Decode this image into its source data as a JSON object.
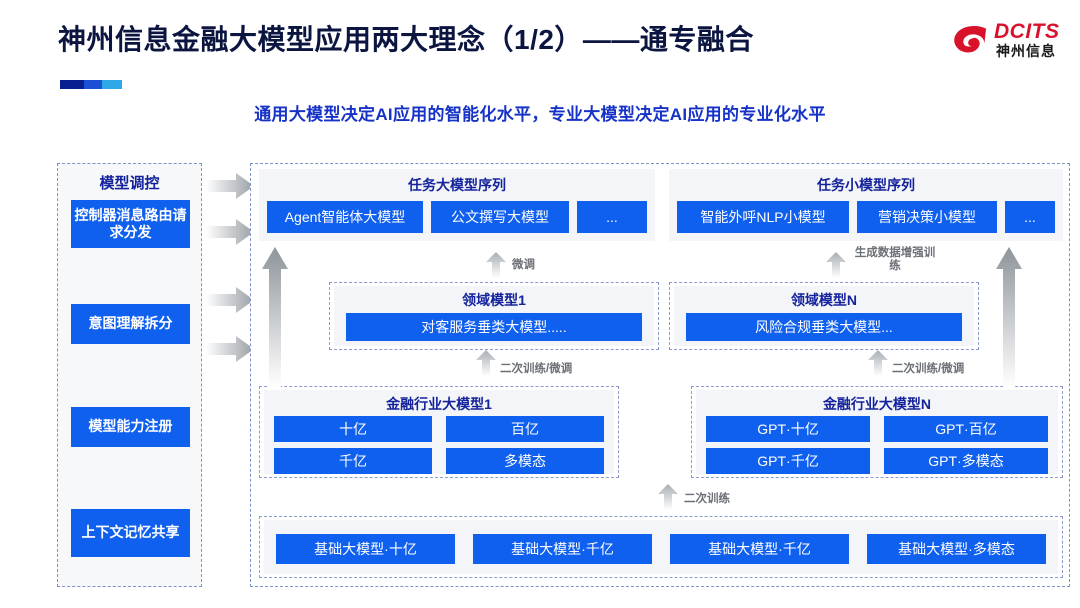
{
  "header": {
    "title": "神州信息金融大模型应用两大理念（1/2）——通专融合",
    "subtitle": "通用大模型决定AI应用的智能化水平，专业大模型决定AI应用的专业化水平",
    "logo": {
      "name": "DCITS",
      "sub": "神州信息"
    },
    "accent_colors": [
      "#0a1f8f",
      "#1a4fd6",
      "#2fa8e8"
    ]
  },
  "theme": {
    "blue_box": "#1060f0",
    "heading_blue": "#14239c",
    "title_navy": "#0b1540",
    "subtitle_blue": "#1733c7",
    "panel_gray": "#f4f5f8",
    "dashed_border": "#7d92c9",
    "arrow_gray": "#9aa0a6"
  },
  "control_panel": {
    "title": "模型调控",
    "items": [
      {
        "label": "控制器消息路由请求分发"
      },
      {
        "label": "意图理解拆分"
      },
      {
        "label": "模型能力注册"
      },
      {
        "label": "上下文记忆共享"
      }
    ]
  },
  "task_sequences": [
    {
      "title": "任务大模型序列",
      "models": [
        "Agent智能体大模型",
        "公文撰写大模型",
        "..."
      ]
    },
    {
      "title": "任务小模型序列",
      "models": [
        "智能外呼NLP小模型",
        "营销决策小模型",
        "..."
      ]
    }
  ],
  "domain_models": [
    {
      "title": "领域模型1",
      "model": "对客服务垂类大模型....."
    },
    {
      "title": "领域模型N",
      "model": "风险合规垂类大模型..."
    }
  ],
  "industry_models": [
    {
      "title": "金融行业大模型1",
      "cells": [
        "十亿",
        "百亿",
        "千亿",
        "多模态"
      ]
    },
    {
      "title": "金融行业大模型N",
      "cells": [
        "GPT·十亿",
        "GPT·百亿",
        "GPT·千亿",
        "GPT·多模态"
      ]
    }
  ],
  "base_models": [
    "基础大模型·十亿",
    "基础大模型·千亿",
    "基础大模型·千亿",
    "基础大模型·多模态"
  ],
  "flow_labels": {
    "finetune": "微调",
    "gen_data_aug": "生成数据增强训练",
    "retrain_left": "二次训练/微调",
    "retrain_right": "二次训练/微调",
    "base_retrain": "二次训练"
  }
}
